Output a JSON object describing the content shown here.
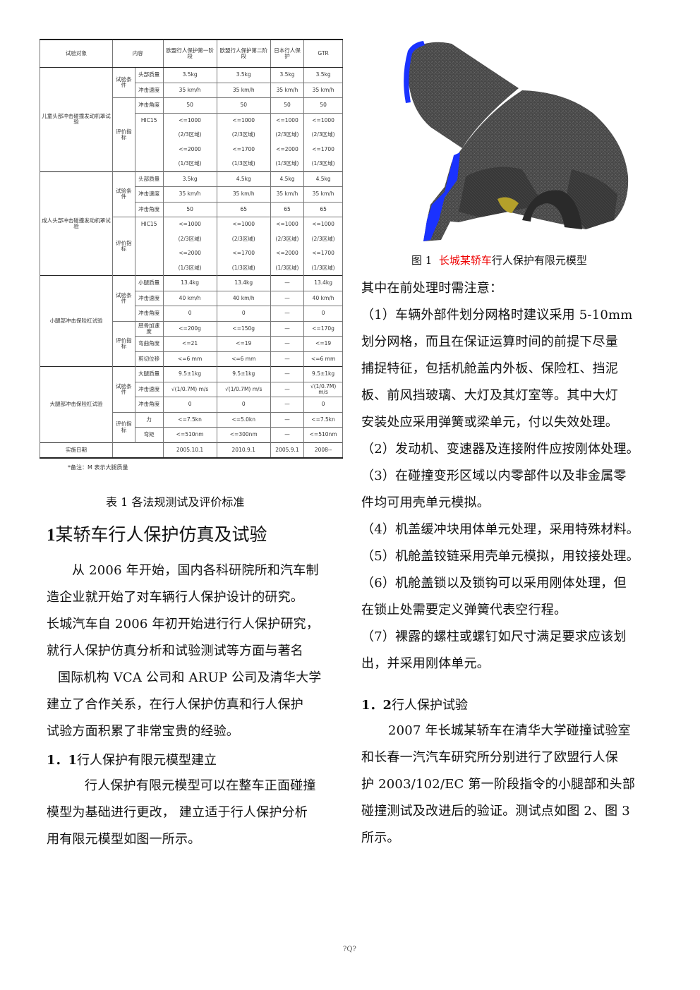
{
  "table": {
    "header": [
      "试验对象",
      "内容",
      "欧盟行人保护第一阶段",
      "欧盟行人保护第二阶段",
      "日本行人保护",
      "GTR"
    ],
    "groups": [
      {
        "name": "儿童头部冲击碰撞发动机罩试验",
        "rows": [
          {
            "section": "试验条件",
            "item": "头部质量",
            "values": [
              "3.5kg",
              "3.5kg",
              "3.5kg",
              "3.5kg"
            ]
          },
          {
            "section": "",
            "item": "冲击速度",
            "values": [
              "35 km/h",
              "35 km/h",
              "35 km/h",
              "35 km/h"
            ]
          },
          {
            "section": "评价指标",
            "item": "冲击角度",
            "values": [
              "50",
              "50",
              "50",
              "50"
            ]
          },
          {
            "section": "",
            "item": "HIC15",
            "values": [
              "<=1000",
              "<=1000",
              "<=1000",
              "<=1000"
            ]
          },
          {
            "section": "",
            "item": "",
            "values": [
              "(2/3区域)",
              "(2/3区域)",
              "(2/3区域)",
              "(2/3区域)"
            ]
          },
          {
            "section": "",
            "item": "",
            "values": [
              "<=2000",
              "<=1700",
              "<=2000",
              "<=1700"
            ]
          },
          {
            "section": "",
            "item": "",
            "values": [
              "(1/3区域)",
              "(1/3区域)",
              "(1/3区域)",
              "(1/3区域)"
            ]
          }
        ]
      },
      {
        "name": "成人头部冲击碰撞发动机罩试验",
        "rows": [
          {
            "section": "试验条件",
            "item": "头部质量",
            "values": [
              "3.5kg",
              "4.5kg",
              "4.5kg",
              "4.5kg"
            ]
          },
          {
            "section": "",
            "item": "冲击速度",
            "values": [
              "35 km/h",
              "35 km/h",
              "35 km/h",
              "35 km/h"
            ]
          },
          {
            "section": "",
            "item": "冲击角度",
            "values": [
              "50",
              "65",
              "65",
              "65"
            ]
          },
          {
            "section": "评价指标",
            "item": "HIC15",
            "values": [
              "<=1000",
              "<=1000",
              "<=1000",
              "<=1000"
            ]
          },
          {
            "section": "",
            "item": "",
            "values": [
              "(2/3区域)",
              "(2/3区域)",
              "(2/3区域)",
              "(2/3区域)"
            ]
          },
          {
            "section": "",
            "item": "",
            "values": [
              "<=2000",
              "<=1700",
              "<=2000",
              "<=1700"
            ]
          },
          {
            "section": "",
            "item": "",
            "values": [
              "(1/3区域)",
              "(1/3区域)",
              "(1/3区域)",
              "(1/3区域)"
            ]
          }
        ]
      },
      {
        "name": "小腿部冲击保险杠试验",
        "rows": [
          {
            "section": "试验条件",
            "item": "小腿质量",
            "values": [
              "13.4kg",
              "13.4kg",
              "—",
              "13.4kg"
            ]
          },
          {
            "section": "",
            "item": "冲击速度",
            "values": [
              "40 km/h",
              "40 km/h",
              "—",
              "40 km/h"
            ]
          },
          {
            "section": "",
            "item": "冲击角度",
            "values": [
              "0",
              "0",
              "—",
              "0"
            ]
          },
          {
            "section": "评价指标",
            "item": "胫骨加速度",
            "values": [
              "<=200g",
              "<=150g",
              "—",
              "<=170g"
            ]
          },
          {
            "section": "",
            "item": "弯曲角度",
            "values": [
              "<=21",
              "<=19",
              "—",
              "<=19"
            ]
          },
          {
            "section": "",
            "item": "剪切位移",
            "values": [
              "<=6 mm",
              "<=6 mm",
              "—",
              "<=6 mm"
            ]
          }
        ]
      },
      {
        "name": "大腿部冲击保险杠试验",
        "rows": [
          {
            "section": "试验条件",
            "item": "大腿质量",
            "values": [
              "9.5±1kg",
              "9.5±1kg",
              "—",
              "9.5±1kg"
            ]
          },
          {
            "section": "",
            "item": "冲击速度",
            "values": [
              "√(1/0.7M) m/s",
              "√(1/0.7M) m/s",
              "—",
              "√(1/0.7M) m/s"
            ]
          },
          {
            "section": "",
            "item": "冲击角度",
            "values": [
              "0",
              "0",
              "—",
              "0"
            ]
          },
          {
            "section": "评价指标",
            "item": "力",
            "values": [
              "<=7.5kn",
              "<=5.0kn",
              "—",
              "<=7.5kn"
            ]
          },
          {
            "section": "",
            "item": "弯矩",
            "values": [
              "<=510nm",
              "<=300nm",
              "—",
              "<=510nm"
            ]
          }
        ]
      }
    ],
    "date_row": {
      "label": "实施日期",
      "values": [
        "2005.10.1",
        "2010.9.1",
        "2005.9.1",
        "2008--"
      ]
    },
    "note": "*备注：M 表示大腿质量"
  },
  "table_caption": "表 1 各法规测试及评价标准",
  "section1": {
    "number": "1",
    "title": "某轿车行人保护仿真及试验"
  },
  "para1": [
    "从 2006 年开始，国内各科研院所和汽车制",
    "造企业就开始了对车辆行人保护设计的研究。",
    "长城汽车自 2006 年初开始进行行人保护研究，",
    "就行人保护仿真分析和试验测试等方面与著名",
    "国际机构 VCA 公司和 ARUP 公司及清华大学",
    "建立了合作关系，在行人保护仿真和行人保护",
    "试验方面积累了非常宝贵的经验。"
  ],
  "sub11": {
    "number": "1．1",
    "title": "行人保护有限元模型建立"
  },
  "para2": [
    "行人保护有限元模型可以在整车正面碰撞",
    "模型为基础进行更改， 建立适于行人保护分析",
    "用有限元模型如图一所示。"
  ],
  "figure": {
    "caption_prefix": "图 1",
    "caption_red": "长城某轿车",
    "caption_rest": "行人保护有限元模型",
    "colors": {
      "mesh": "#474747",
      "edge": "#1a32ff",
      "accent": "#b4a02a"
    }
  },
  "right_lines": [
    "其中在前处理时需注意：",
    "（1）车辆外部件划分网格时建议采用 5-10mm",
    "划分网格，而且在保证运算时间的前提下尽量",
    "捕捉特征，包括机舱盖内外板、保险杠、挡泥",
    "板、前风挡玻璃、大灯及其灯室等。其中大灯",
    "安装处应采用弹簧或梁单元，付以失效处理。",
    "（2）发动机、变速器及连接附件应按刚体处理。",
    "（3）在碰撞变形区域以内零部件以及非金属零",
    "件均可用壳单元模拟。",
    "（4）机盖缓冲块用体单元处理，采用特殊材料。",
    "（5）机舱盖铰链采用壳单元模拟，用铰接处理。",
    "（6）机舱盖锁以及锁钩可以采用刚体处理，但",
    "在锁止处需要定义弹簧代表空行程。",
    "（7）裸露的螺柱或螺钉如尺寸满足要求应该划",
    "出，并采用刚体单元。"
  ],
  "sub12": {
    "number": "1．2",
    "title": "行人保护试验"
  },
  "para3": [
    "2007 年长城某轿车在清华大学碰撞试验室",
    "和长春一汽汽车研究所分别进行了欧盟行人保",
    "护 2003/102/EC 第一阶段指令的小腿部和头部",
    "碰撞测试及改进后的验证。测试点如图 2、图 3",
    "所示。"
  ],
  "page_number": "?Q?"
}
